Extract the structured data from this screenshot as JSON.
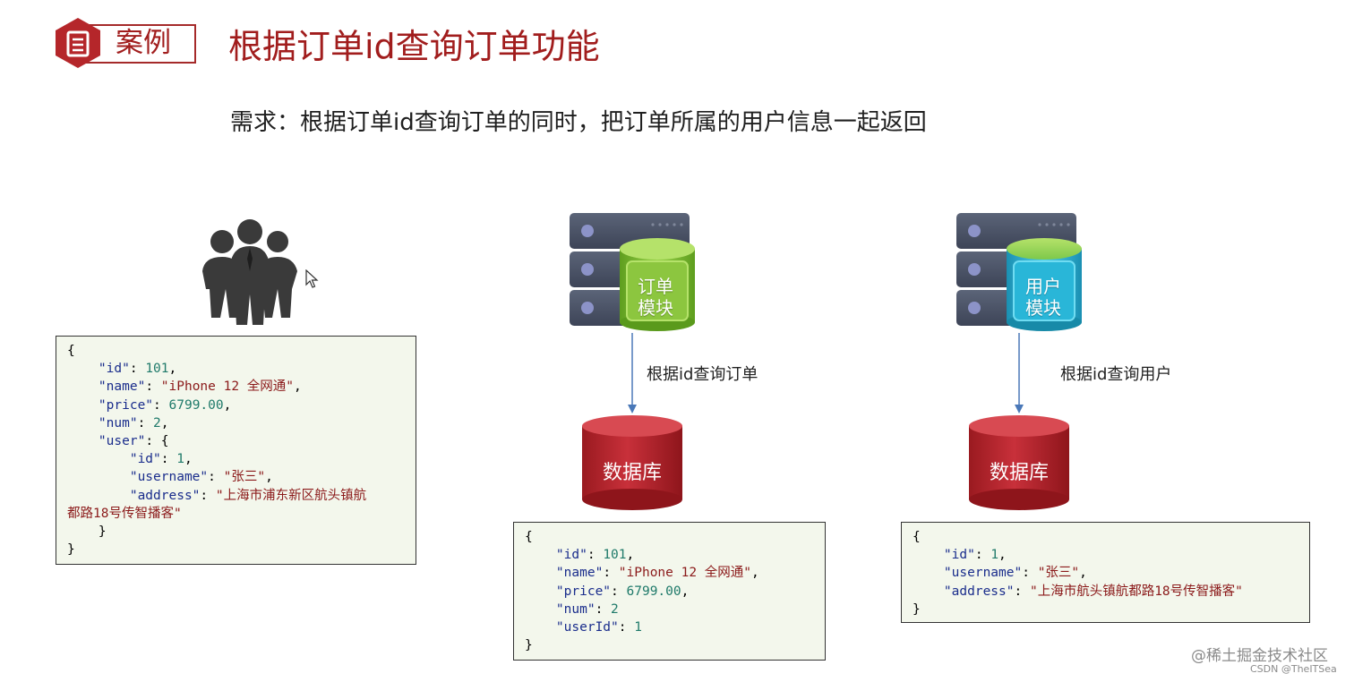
{
  "header": {
    "badge_label": "案例",
    "title": "根据订单id查询订单功能"
  },
  "requirement": "需求：根据订单id查询订单的同时，把订单所属的用户信息一起返回",
  "order_service": {
    "module_line1": "订单",
    "module_line2": "模块",
    "arrow_label": "根据id查询订单",
    "db_label": "数据库"
  },
  "user_service": {
    "module_line1": "用户",
    "module_line2": "模块",
    "arrow_label": "根据id查询用户",
    "db_label": "数据库"
  },
  "json_full": {
    "id": "101",
    "name": "\"iPhone 12 全网通\"",
    "price": "6799.00",
    "num": "2",
    "user_id": "1",
    "username": "\"张三\"",
    "address_part1": "\"上海市浦东新区航头镇航",
    "address_part2": "都路18号传智播客\""
  },
  "json_order": {
    "id": "101",
    "name": "\"iPhone 12 全网通\"",
    "price": "6799.00",
    "num": "2",
    "userId": "1"
  },
  "json_user": {
    "id": "1",
    "username": "\"张三\"",
    "address": "\"上海市航头镇航都路18号传智播客\""
  },
  "watermark": {
    "line1": "@稀土掘金技术社区",
    "line2": "CSDN @TheITSea"
  },
  "colors": {
    "title_red": "#a11d1d",
    "db_red": "#b8222a",
    "order_module_green": "#8cc63f",
    "user_module_cyan": "#29b6d8",
    "server_gray": "#4a5568",
    "code_bg": "#f3f7ec"
  }
}
